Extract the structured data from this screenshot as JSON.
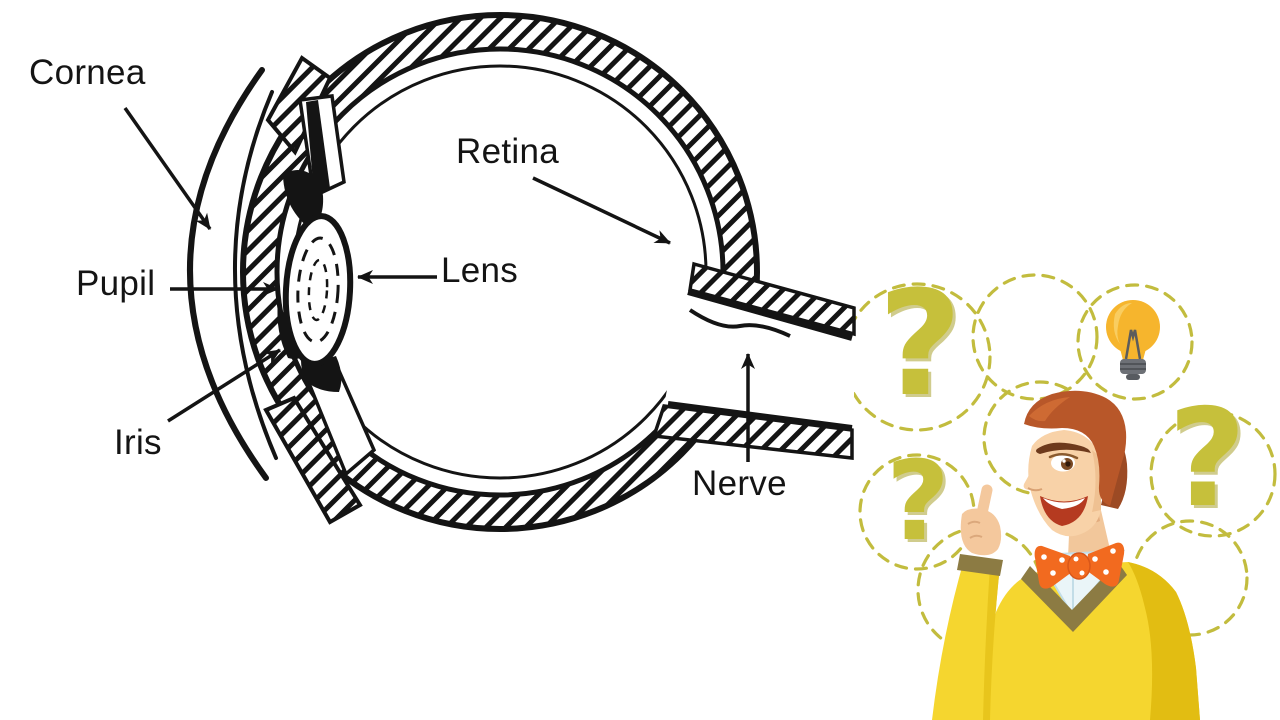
{
  "canvas": {
    "background": "#ffffff"
  },
  "eye_diagram": {
    "ink_color": "#141414",
    "labels": {
      "cornea": "Cornea",
      "pupil": "Pupil",
      "iris": "Iris",
      "retina": "Retina",
      "lens": "Lens",
      "nerve": "Nerve"
    }
  },
  "thinking_man": {
    "question_mark": "?",
    "colors": {
      "bubble_dash": "#c2bc3e",
      "question_mark_fill": "#c6c03b",
      "bulb_glass": "#f6b52d",
      "bulb_base": "#6d7076",
      "hair": "#b85729",
      "skin": "#f8d2a8",
      "sweater": "#f5d62f",
      "sweater_shadow": "#e2bd12",
      "vneck_trim": "#8c7b43",
      "bow_tie": "#f26a1f",
      "shirt_collar": "#eaf5f8"
    }
  }
}
